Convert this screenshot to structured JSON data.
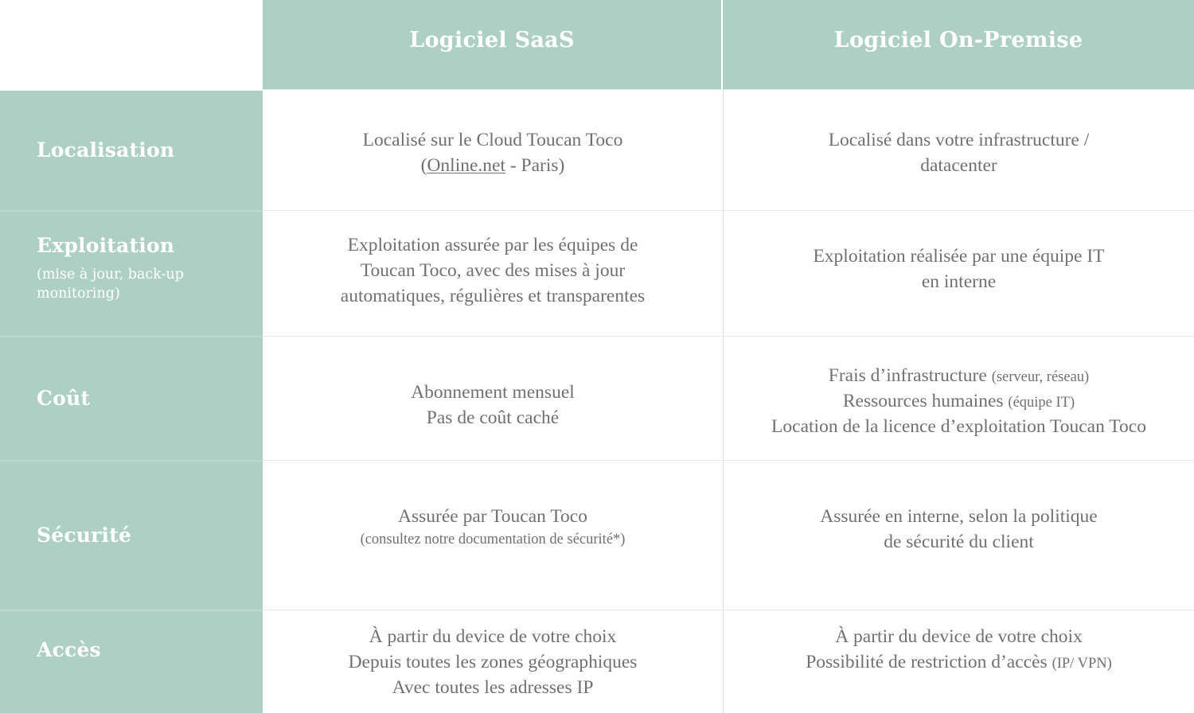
{
  "table": {
    "corner_blank": "",
    "columns": [
      {
        "id": "saas",
        "label": "Logiciel SaaS"
      },
      {
        "id": "onpremise",
        "label": "Logiciel On-Premise"
      }
    ],
    "colors": {
      "header_green": "#aecfc4",
      "header_text": "#ffffff",
      "body_text": "#6f7072",
      "row_divider": "#e8e8e8",
      "column_divider": "#dcdcdc",
      "label_divider": "#bfd8cf",
      "background": "#ffffff"
    },
    "rows": [
      {
        "id": "localisation",
        "label": "Localisation",
        "sublabel": "",
        "saas": {
          "lines": [
            {
              "text": "Localisé sur le Cloud Toucan Toco",
              "size": "normal"
            }
          ],
          "composite_line": {
            "prefix": "(",
            "link": "Online.net",
            "suffix": " - Paris)"
          }
        },
        "onpremise": {
          "lines": [
            {
              "text": "Localisé dans votre infrastructure /",
              "size": "normal"
            },
            {
              "text": "datacenter",
              "size": "normal"
            }
          ]
        }
      },
      {
        "id": "exploitation",
        "label": "Exploitation",
        "sublabel": "(mise à jour, back-up monitoring)",
        "saas": {
          "lines": [
            {
              "text": "Exploitation assurée par les équipes de",
              "size": "normal"
            },
            {
              "text": "Toucan Toco, avec des mises à jour",
              "size": "normal"
            },
            {
              "text": "automatiques, régulières et transparentes",
              "size": "normal"
            }
          ]
        },
        "onpremise": {
          "lines": [
            {
              "text": "Exploitation réalisée par une équipe IT",
              "size": "normal"
            },
            {
              "text": "en interne",
              "size": "normal"
            }
          ]
        }
      },
      {
        "id": "cout",
        "label": "Coût",
        "sublabel": "",
        "saas": {
          "lines": [
            {
              "text": "Abonnement mensuel",
              "size": "normal"
            },
            {
              "text": "Pas de coût caché",
              "size": "normal"
            }
          ]
        },
        "onpremise": {
          "lines": [
            {
              "text": "Frais d’infrastructure ",
              "size": "normal",
              "tail": "(serveur, réseau)"
            },
            {
              "text": "Ressources humaines ",
              "size": "normal",
              "tail": "(équipe IT)"
            },
            {
              "text": "Location de la licence d’exploitation Toucan Toco",
              "size": "normal"
            }
          ]
        }
      },
      {
        "id": "securite",
        "label": "Sécurité",
        "sublabel": "",
        "saas": {
          "lines": [
            {
              "text": "Assurée par Toucan Toco",
              "size": "normal"
            },
            {
              "text": "(consultez notre documentation de sécurité*)",
              "size": "small"
            }
          ]
        },
        "onpremise": {
          "lines": [
            {
              "text": "Assurée en interne, selon la politique",
              "size": "normal"
            },
            {
              "text": "de sécurité du client",
              "size": "normal"
            }
          ]
        }
      },
      {
        "id": "acces",
        "label": "Accès",
        "sublabel": "",
        "saas": {
          "lines": [
            {
              "text": "À partir du device de votre choix",
              "size": "normal"
            },
            {
              "text": "Depuis toutes les zones géographiques",
              "size": "normal"
            },
            {
              "text": "Avec toutes les adresses IP",
              "size": "normal"
            }
          ]
        },
        "onpremise": {
          "lines": [
            {
              "text": "À partir du device de votre choix",
              "size": "normal"
            },
            {
              "text": "Possibilité de restriction d’accès ",
              "size": "normal",
              "tail": "(IP/ VPN)"
            }
          ]
        }
      }
    ]
  }
}
